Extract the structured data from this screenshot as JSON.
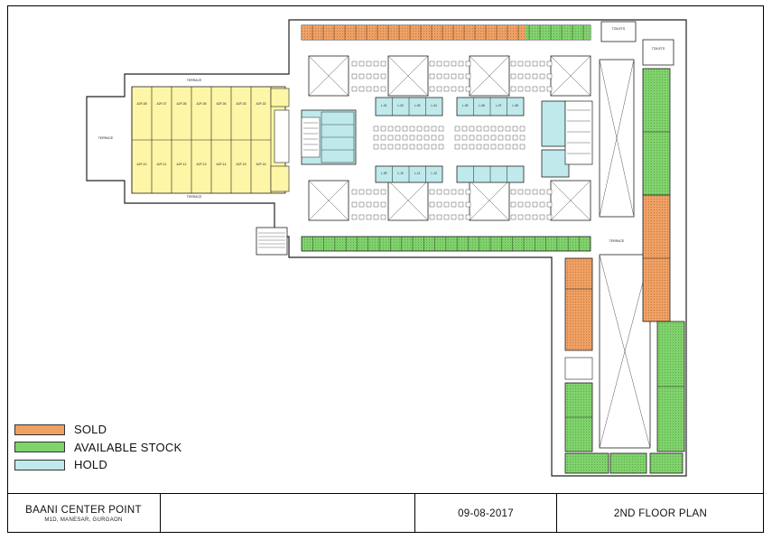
{
  "colors": {
    "sold": "#f0a062",
    "available": "#7fd36b",
    "hold": "#bfe9ea",
    "commercial": "#fdf6a6",
    "line": "#222222"
  },
  "legend": [
    {
      "key": "sold",
      "label": "SOLD",
      "color": "#f0a062"
    },
    {
      "key": "available",
      "label": "AVAILABLE STOCK",
      "color": "#7fd36b"
    },
    {
      "key": "hold",
      "label": "HOLD",
      "color": "#bfe9ea"
    }
  ],
  "title_block": {
    "project": "BAANI CENTER POINT",
    "location": "M1D, MANESAR, GURGAON",
    "date": "09-08-2017",
    "plan_title": "2ND FLOOR PLAN"
  },
  "plan": {
    "left_wing_units_top": [
      "A2F-08",
      "A2F-07",
      "A2F-06",
      "A2F-05",
      "A2F-04",
      "A2F-03",
      "A2F-02"
    ],
    "left_wing_units_bottom": [
      "A2F-10",
      "A2F-11",
      "A2F-12",
      "A2F-13",
      "A2F-14",
      "A2F-15",
      "A2F-16"
    ],
    "hold_units": [
      "L-01",
      "L-02",
      "L-03",
      "L-04",
      "L-05",
      "L-06",
      "L-07",
      "L-08",
      "L-09",
      "L-10",
      "L-11",
      "L-12"
    ],
    "labels": {
      "terrace": "TERRACE",
      "toilets": "TOILETS"
    }
  }
}
